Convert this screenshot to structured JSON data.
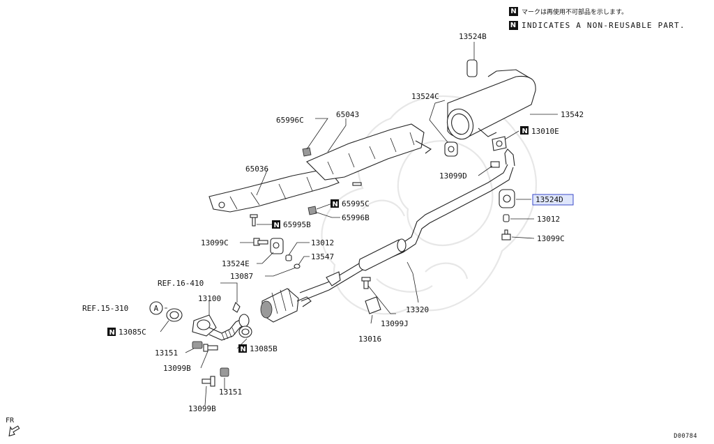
{
  "notices": {
    "non_reusable_symbol": "N",
    "japanese": "マークは再使用不可部品を示します。",
    "english": "INDICATES A NON-REUSABLE PART."
  },
  "diagram_code": "D00784",
  "direction_label": "FR",
  "highlight_color": "#dfe6fb",
  "parts": {
    "p13524B": "13524B",
    "p13524C": "13524C",
    "p13542": "13542",
    "p13010E": "13010E",
    "p13099D": "13099D",
    "p13524D": "13524D",
    "p13012_right": "13012",
    "p13099C_right": "13099C",
    "p65996C": "65996C",
    "p65043": "65043",
    "p65036": "65036",
    "p65995C": "65995C",
    "p65996B": "65996B",
    "p65995B": "65995B",
    "p13099C_left": "13099C",
    "p13012_left": "13012",
    "p13524E": "13524E",
    "p13547": "13547",
    "p13087": "13087",
    "ref16": "REF.16-410",
    "ref15": "REF.15-310",
    "circleA": "A",
    "p13100": "13100",
    "p13320": "13320",
    "p13085C": "13085C",
    "p13151_a": "13151",
    "p13099B_a": "13099B",
    "p13085B": "13085B",
    "p13099J": "13099J",
    "p13016": "13016",
    "p13151_b": "13151",
    "p13099B_b": "13099B"
  }
}
